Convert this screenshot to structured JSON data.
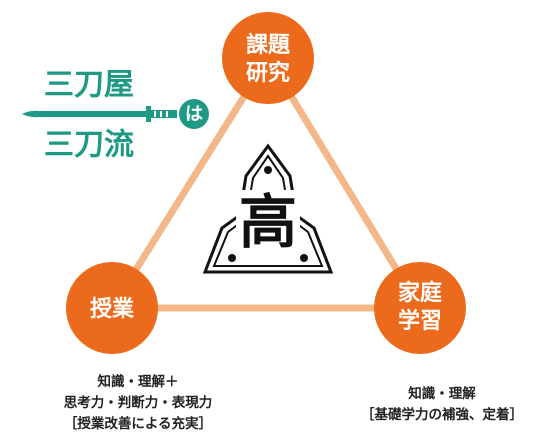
{
  "colors": {
    "orange": "#ec6a1b",
    "triangle_line": "#f4b78a",
    "teal": "#1e9a84",
    "ink": "#111111",
    "caption": "#222222"
  },
  "banner": {
    "line1": "三刀屋",
    "line2": "三刀流",
    "particle": "は"
  },
  "nodes": {
    "top": {
      "line1": "課題",
      "line2": "研究"
    },
    "left": {
      "line1": "授業"
    },
    "right": {
      "line1": "家庭",
      "line2": "学習"
    }
  },
  "emblem": {
    "glyph": "高"
  },
  "captions": {
    "left": {
      "line1": "知識・理解＋",
      "line2": "思考力・判断力・表現力",
      "line3": "［授業改善による充実］"
    },
    "right": {
      "line1": "知識・理解",
      "line2": "［基礎学力の補強、定着］"
    }
  }
}
